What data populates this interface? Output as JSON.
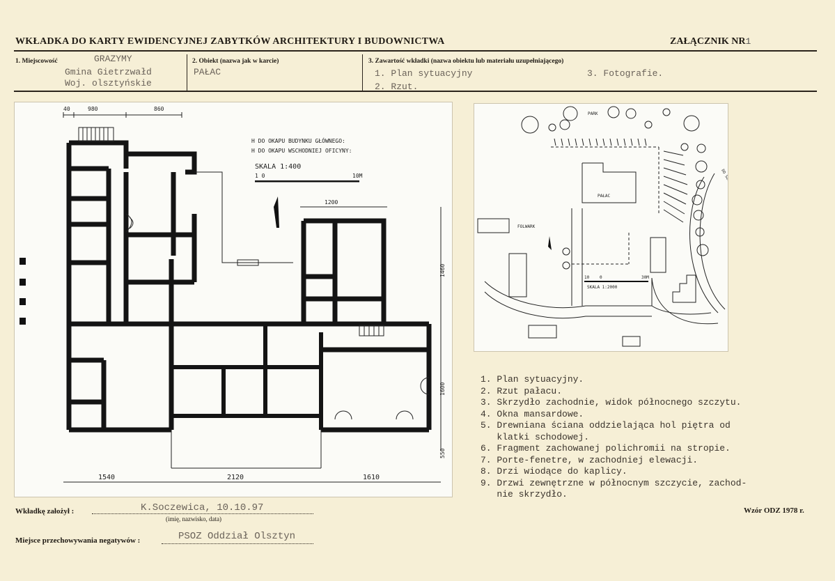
{
  "header": {
    "title": "WKŁADKA DO KARTY EWIDENCYJNEJ ZABYTKÓW ARCHITEKTURY I BUDOWNICTWA",
    "annex_label": "ZAŁĄCZNIK NR",
    "annex_number": "1"
  },
  "fields": {
    "place_label": "1. Miejscowość",
    "place_value": "GRAZYMY",
    "gmina": "Gmina  Gietrzwałd",
    "woj": "Woj.  olsztyńskie",
    "object_label": "2. Obiekt (nazwa jak w karcie)",
    "object_value": "PAŁAC",
    "contents_label": "3. Zawartość wkładki (nazwa obiektu lub materiału uzupełniającego)",
    "contents_1": "1. Plan sytuacyjny",
    "contents_2": "2. Rzut.",
    "contents_3": "3. Fotografie."
  },
  "floor_plan": {
    "dims_top": [
      "40",
      "980",
      "860"
    ],
    "dim_wing_width": "1200",
    "dims_right": [
      "1460",
      "1600",
      "550"
    ],
    "dims_bottom": [
      "1540",
      "2120",
      "1610"
    ],
    "note_1": "H DO OKAPU  BUDYNKU GŁÓWNEGO:",
    "note_2": "H DO OKAPU  WSCHODNIEJ OFICYNY:",
    "scale": "SKALA 1:400",
    "scale_zero": "1 0",
    "scale_end": "10M"
  },
  "site_plan": {
    "park": "PARK",
    "palace": "PAŁAC",
    "folwark": "FOLWARK",
    "road": "DO SZOSY OLSZTYN-OSTRÓDA",
    "scale_ticks": [
      "10",
      "0",
      "30M"
    ],
    "scale": "SKALA 1:2000"
  },
  "captions": [
    "1. Plan sytuacyjny.",
    "2. Rzut pałacu.",
    "3. Skrzydło zachodnie, widok północnego szczytu.",
    "4. Okna mansardowe.",
    "5. Drewniana ściana oddzielająca hol piętra od",
    "   klatki schodowej.",
    "6. Fragment zachowanej polichromii na stropie.",
    "7. Porte-fenetre, w zachodniej elewacji.",
    "8. Drzi wiodące do kaplicy.",
    "9. Drzwi zewnętrzne w północnym szczycie, zachod-",
    "   nie skrzydło."
  ],
  "footer": {
    "founder_label": "Wkładkę założył :",
    "founder_value": "K.Soczewica, 10.10.97",
    "founder_hint": "(imię, nazwisko, data)",
    "storage_label": "Miejsce przechowywania negatywów :",
    "storage_value": "PSOZ Oddział Olsztyn",
    "form_ref": "Wzór ODZ 1978 r."
  },
  "colors": {
    "paper": "#f6efd6",
    "ink": "#1f1a14",
    "typewriter": "#6a6259"
  }
}
